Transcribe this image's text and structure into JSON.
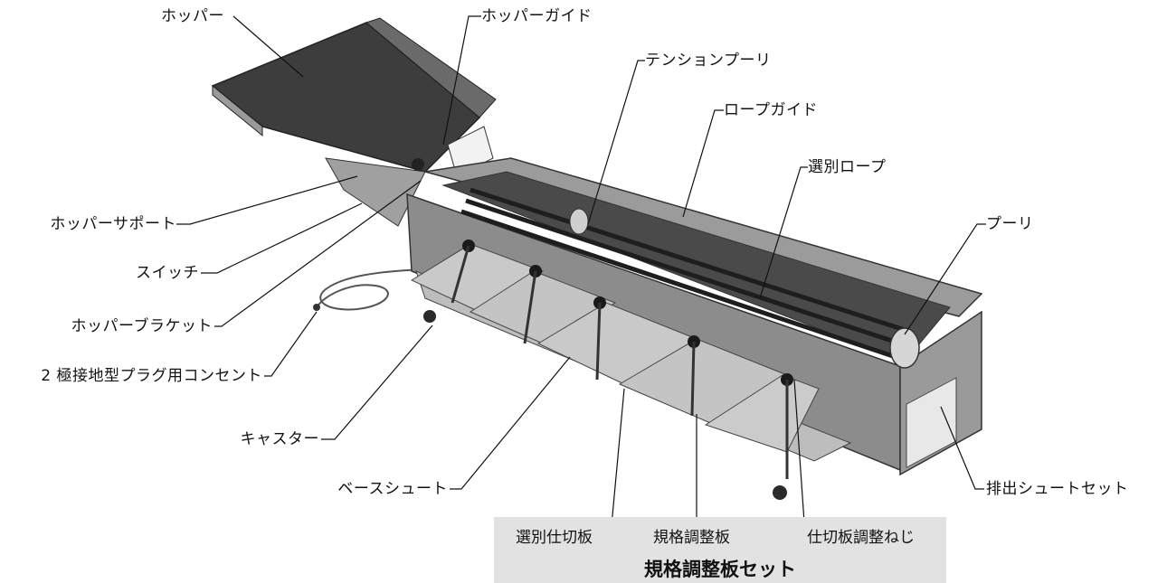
{
  "labels": {
    "hopper": "ホッパー",
    "hopper_guide": "ホッパーガイド",
    "tension_pulley": "テンションプーリ",
    "rope_guide": "ロープガイド",
    "sorting_rope": "選別ロープ",
    "pulley": "プーリ",
    "hopper_support": "ホッパーサポート",
    "switch": "スイッチ",
    "hopper_bracket": "ホッパーブラケット",
    "outlet": "2 極接地型プラグ用コンセント",
    "caster": "キャスター",
    "base_chute": "ベースシュート",
    "discharge_chute_set": "排出シュートセット"
  },
  "panel": {
    "sorting_divider": "選別仕切板",
    "standard_plate": "規格調整板",
    "divider_screw": "仕切板調整ねじ",
    "title": "規格調整板セット"
  },
  "colors": {
    "panel_bg": "#e2e2e2",
    "machine_body": "#8c8c8c",
    "machine_dark": "#3a3a3a",
    "leader_line": "#111111"
  }
}
